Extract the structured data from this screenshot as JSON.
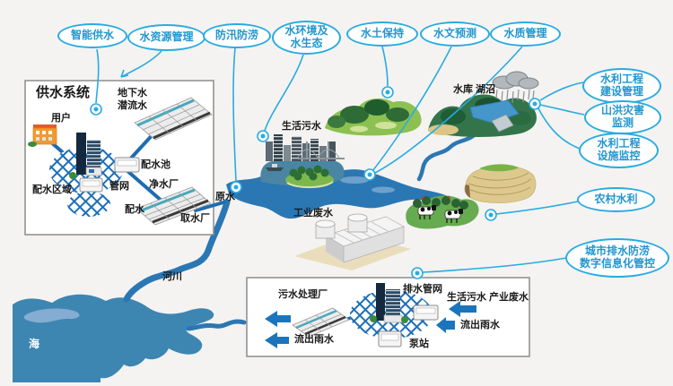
{
  "colors": {
    "accent": "#29abe2",
    "oval_text": "#2196cf",
    "river": "#2b77b4",
    "sea": "#3e86b2",
    "net": "#1c6fb8",
    "arrow": "#1b75bc",
    "background": "#f4f3f1"
  },
  "function_ovals": [
    {
      "label": "智能供水"
    },
    {
      "label": "水资源管理"
    },
    {
      "label": "防汛防涝"
    },
    {
      "label": "水环境及\n水生态"
    },
    {
      "label": "水土保持"
    },
    {
      "label": "水文预测"
    },
    {
      "label": "水质管理"
    },
    {
      "label": "水利工程\n建设管理"
    },
    {
      "label": "山洪灾害\n监测"
    },
    {
      "label": "水利工程\n设施监控"
    },
    {
      "label": "农村水利"
    },
    {
      "label": "城市排水防涝\n数字信息化管控"
    }
  ],
  "supply_system": {
    "title": "供水系统",
    "groundwater": "地下水\n潜流水",
    "user": "用户",
    "distribution_pool": "配水池",
    "pipe_network": "管网",
    "distribution_area": "配水区域",
    "purification_plant": "净水厂",
    "distribution": "配水",
    "intake_plant": "取水厂"
  },
  "map_labels": {
    "raw_water": "原水",
    "domestic_sewage": "生活污水",
    "industrial_wastewater": "工业废水",
    "reservoir_lake": "水库 湖沼",
    "river": "河川",
    "sea": "海"
  },
  "drainage_system": {
    "sewage_treatment_plant": "污水处理厂",
    "drainage_pipe_network": "排水管网",
    "domestic_industrial_waste": "生活污水 产业废水",
    "rain_outflow_right": "流出雨水",
    "rain_outflow_bottom": "流出雨水",
    "pump_station": "泵站"
  }
}
